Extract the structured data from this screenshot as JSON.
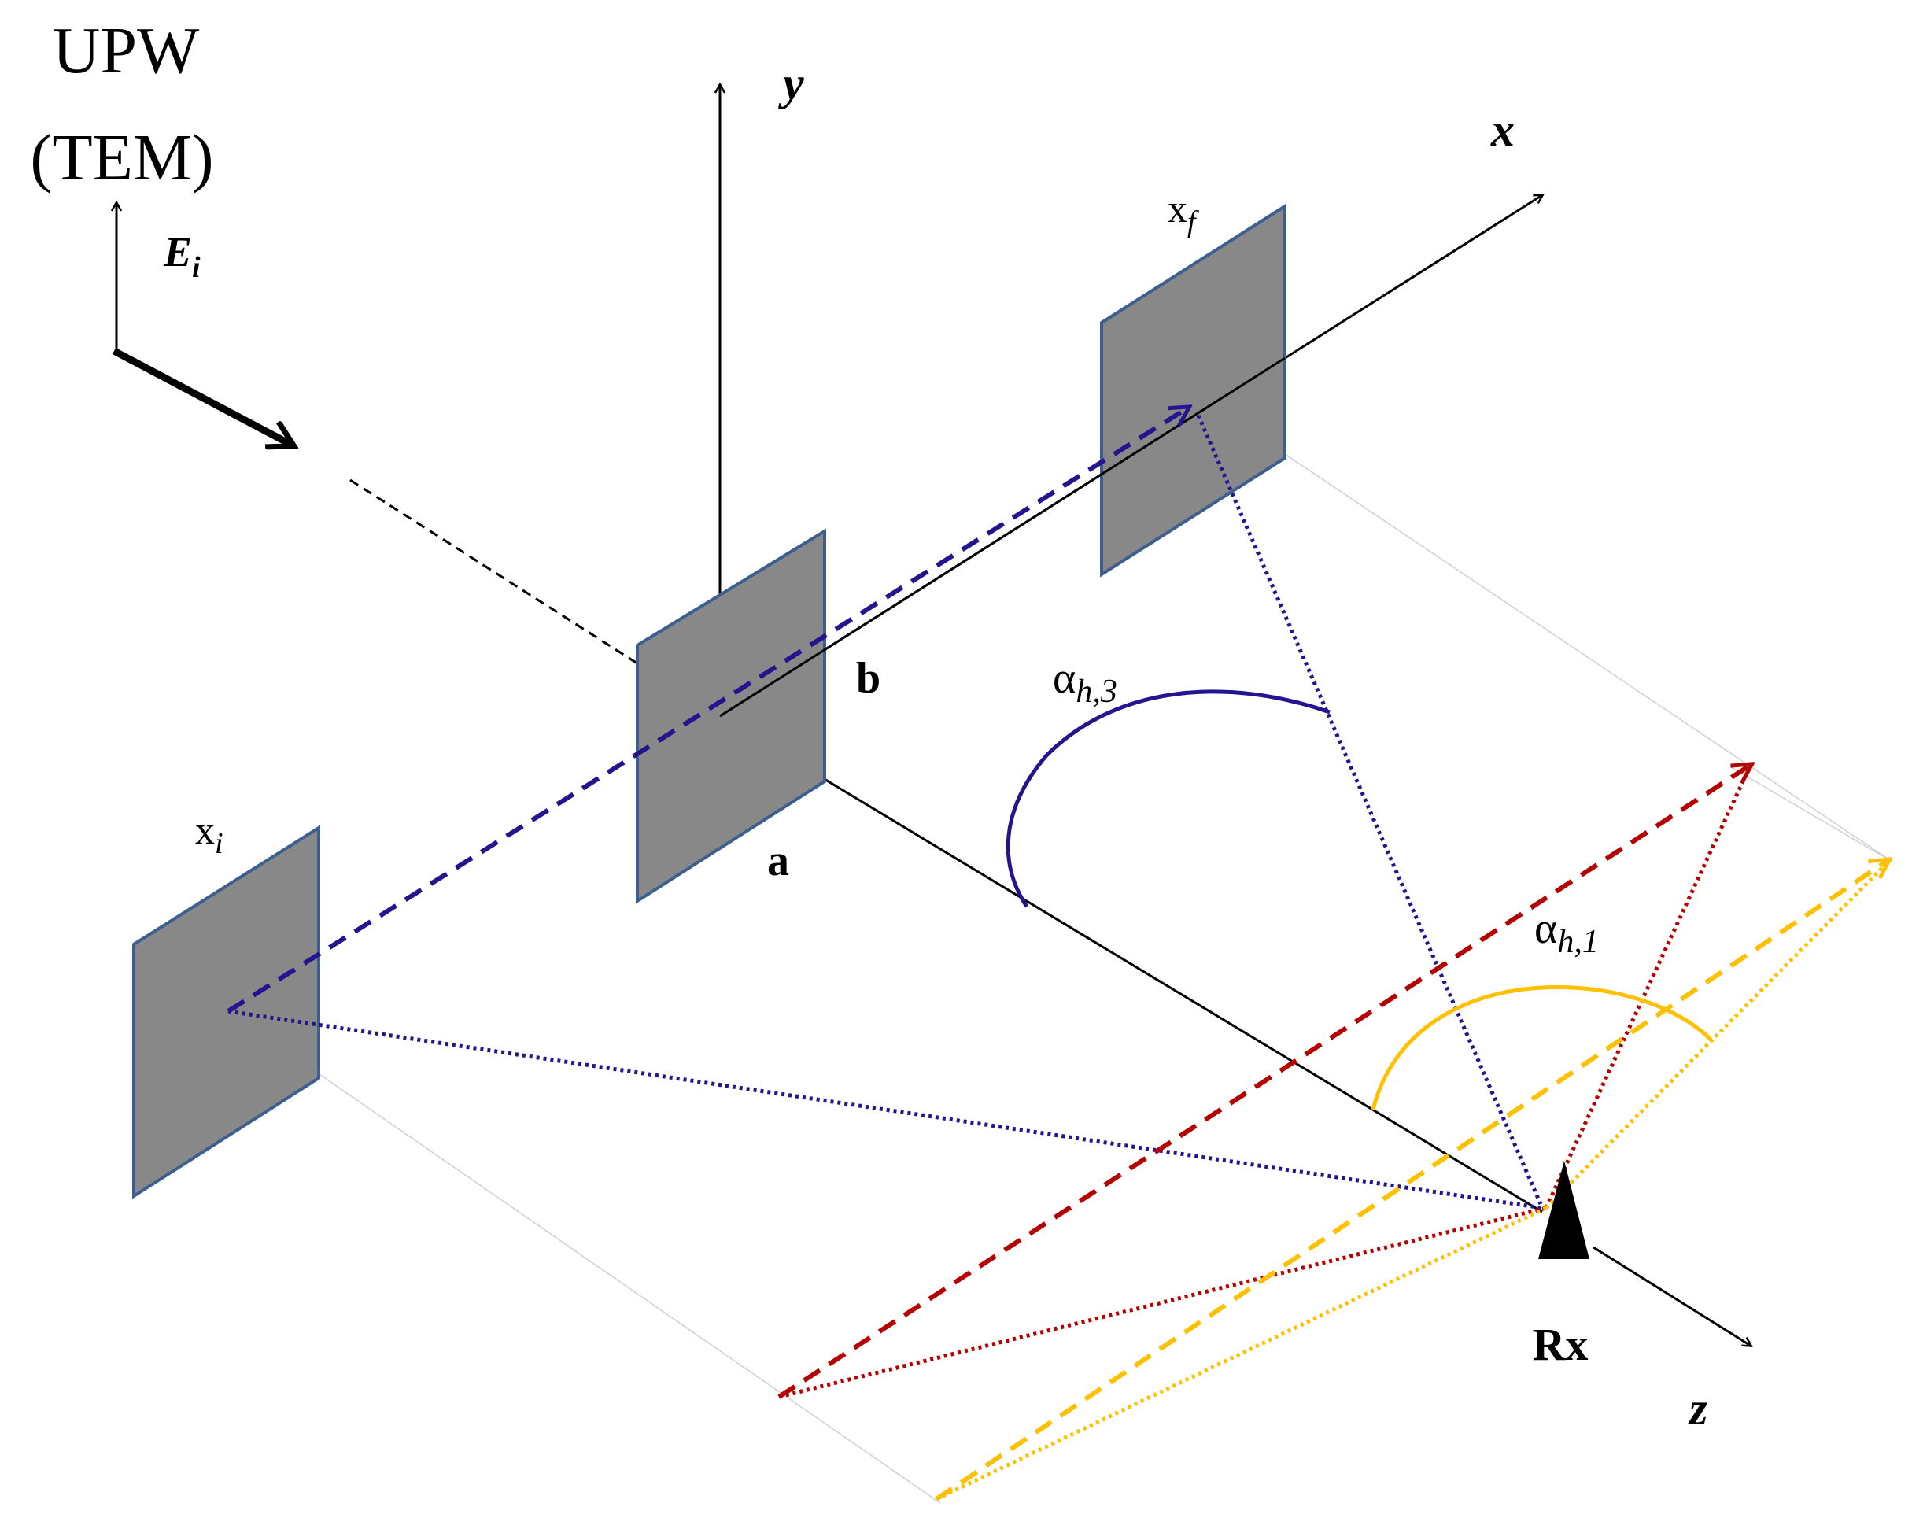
{
  "source_label": {
    "line1": "UPW",
    "line2": "(TEM)"
  },
  "field_label": {
    "symbol": "E",
    "subscript": "i"
  },
  "axes": {
    "x": "x",
    "y": "y",
    "z": "z"
  },
  "plates": {
    "initial": {
      "label": "x",
      "subscript": "i"
    },
    "final": {
      "label": "x",
      "subscript": "f"
    }
  },
  "dimension_labels": {
    "a": "a",
    "b": "b"
  },
  "receiver_label": "Rx",
  "angles": {
    "blue": {
      "symbol": "α",
      "subscript": "h,3"
    },
    "yellow": {
      "symbol": "α",
      "subscript": "h,1"
    }
  },
  "colors": {
    "plate_fill": "#888888",
    "plate_edge": "#3d5f8f",
    "blue_ray": "#24158f",
    "red_ray": "#b50000",
    "yellow_ray": "#ffc000",
    "axis": "#000000"
  },
  "icons": {
    "receiver": "antenna-triangle-icon",
    "incident_arrow": "propagation-arrow-icon"
  }
}
